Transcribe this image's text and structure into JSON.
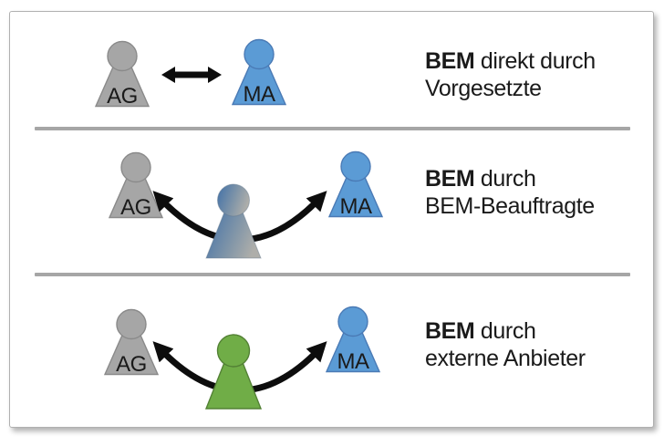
{
  "diagram": {
    "description_labels": {
      "employer_abbr": "AG",
      "employee_abbr": "MA"
    },
    "rows": [
      {
        "left": {
          "label": "AG"
        },
        "right": {
          "label": "MA"
        },
        "mediator": null,
        "connection": "direct-double-arrow",
        "caption": {
          "bold": "BEM",
          "line1_rest": " direkt durch",
          "line2": "Vorgesetzte"
        }
      },
      {
        "left": {
          "label": "AG"
        },
        "right": {
          "label": "MA"
        },
        "mediator": {
          "style": "blue-gray-gradient"
        },
        "connection": "curved-double-arrow-via-mediator",
        "caption": {
          "bold": "BEM",
          "line1_rest": " durch",
          "line2": "BEM-Beauftragte"
        }
      },
      {
        "left": {
          "label": "AG"
        },
        "right": {
          "label": "MA"
        },
        "mediator": {
          "style": "green"
        },
        "connection": "curved-double-arrow-via-mediator",
        "caption": {
          "bold": "BEM",
          "line1_rest": " durch",
          "line2": "externe Anbieter"
        }
      }
    ]
  },
  "colors": {
    "actor_gray": "#a6a6a6",
    "actor_gray_border": "#8a8a8a",
    "actor_blue": "#5b9bd5",
    "actor_blue_border": "#4a7ab5",
    "mediator_green": "#70ad47",
    "mediator_green_border": "#538135",
    "mediator_gradient_start": "#4472a8",
    "mediator_gradient_mid": "#7d93a8",
    "mediator_gradient_end": "#aeaeaa",
    "arrow_black": "#0d0d0d",
    "separator_gray": "#a6a6a6",
    "text_dark": "#1a1a1a"
  }
}
